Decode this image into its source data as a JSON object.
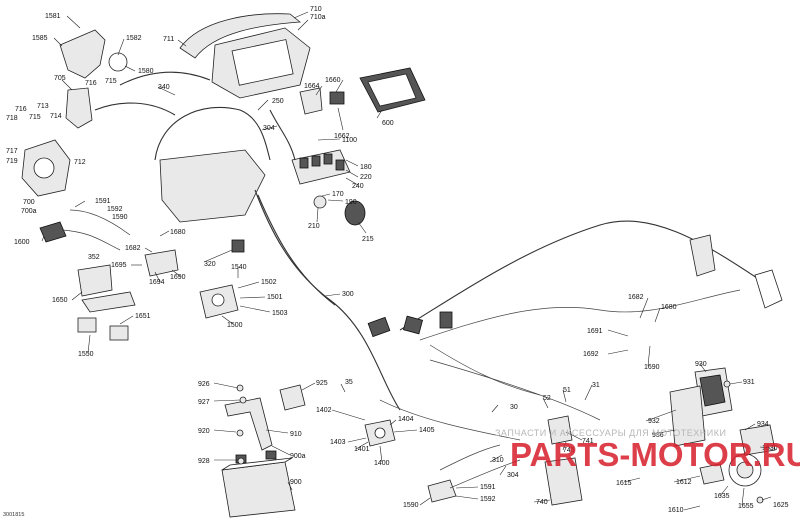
{
  "diagram": {
    "code": "3001815",
    "watermark": {
      "text": "ЗАПЧАСТИ И АКСЕССУАРЫ ДЛЯ МОТОТЕХНИКИ",
      "logo": "PARTS-MOTOR.RU"
    },
    "labels": [
      {
        "id": "l1581",
        "text": "1581"
      },
      {
        "id": "l1585",
        "text": "1585"
      },
      {
        "id": "l1582",
        "text": "1582"
      },
      {
        "id": "l1580",
        "text": "1580"
      },
      {
        "id": "l711",
        "text": "711"
      },
      {
        "id": "l710",
        "text": "710"
      },
      {
        "id": "l710a",
        "text": "710a"
      },
      {
        "id": "l705",
        "text": "705"
      },
      {
        "id": "l716a",
        "text": "716"
      },
      {
        "id": "l715a",
        "text": "715"
      },
      {
        "id": "l340",
        "text": "340"
      },
      {
        "id": "l716",
        "text": "716"
      },
      {
        "id": "l713",
        "text": "713"
      },
      {
        "id": "l718",
        "text": "718"
      },
      {
        "id": "l715",
        "text": "715"
      },
      {
        "id": "l714",
        "text": "714"
      },
      {
        "id": "l717",
        "text": "717"
      },
      {
        "id": "l719",
        "text": "719"
      },
      {
        "id": "l712",
        "text": "712"
      },
      {
        "id": "l700",
        "text": "700"
      },
      {
        "id": "l700a",
        "text": "700a"
      },
      {
        "id": "l1664",
        "text": "1664"
      },
      {
        "id": "l1660",
        "text": "1660"
      },
      {
        "id": "l250",
        "text": "250"
      },
      {
        "id": "l1662",
        "text": "1662"
      },
      {
        "id": "l600",
        "text": "600"
      },
      {
        "id": "l304a",
        "text": "304"
      },
      {
        "id": "l1100",
        "text": "1100"
      },
      {
        "id": "l180",
        "text": "180"
      },
      {
        "id": "l220",
        "text": "220"
      },
      {
        "id": "l240",
        "text": "240"
      },
      {
        "id": "l170",
        "text": "170"
      },
      {
        "id": "l190",
        "text": "190"
      },
      {
        "id": "l210",
        "text": "210"
      },
      {
        "id": "l215",
        "text": "215"
      },
      {
        "id": "l1591a",
        "text": "1591"
      },
      {
        "id": "l1592a",
        "text": "1592"
      },
      {
        "id": "l1590a",
        "text": "1590"
      },
      {
        "id": "l1600",
        "text": "1600"
      },
      {
        "id": "l1680",
        "text": "1680"
      },
      {
        "id": "l1682",
        "text": "1682"
      },
      {
        "id": "l352",
        "text": "352"
      },
      {
        "id": "l1695",
        "text": "1695"
      },
      {
        "id": "l1694",
        "text": "1694"
      },
      {
        "id": "l1690",
        "text": "1690"
      },
      {
        "id": "l320",
        "text": "320"
      },
      {
        "id": "l1540",
        "text": "1540"
      },
      {
        "id": "l1502",
        "text": "1502"
      },
      {
        "id": "l1501",
        "text": "1501"
      },
      {
        "id": "l1503",
        "text": "1503"
      },
      {
        "id": "l1500",
        "text": "1500"
      },
      {
        "id": "l300",
        "text": "300"
      },
      {
        "id": "l1650",
        "text": "1650"
      },
      {
        "id": "l1651",
        "text": "1651"
      },
      {
        "id": "l1550",
        "text": "1550"
      },
      {
        "id": "l1682b",
        "text": "1682"
      },
      {
        "id": "l1680b",
        "text": "1680"
      },
      {
        "id": "l1691",
        "text": "1691"
      },
      {
        "id": "l1692",
        "text": "1692"
      },
      {
        "id": "l1690b",
        "text": "1690"
      },
      {
        "id": "l930",
        "text": "930"
      },
      {
        "id": "l931",
        "text": "931"
      },
      {
        "id": "l926",
        "text": "926"
      },
      {
        "id": "l927",
        "text": "927"
      },
      {
        "id": "l925",
        "text": "925"
      },
      {
        "id": "l35",
        "text": "35"
      },
      {
        "id": "l51",
        "text": "51"
      },
      {
        "id": "l31",
        "text": "31"
      },
      {
        "id": "l52",
        "text": "52"
      },
      {
        "id": "l30",
        "text": "30"
      },
      {
        "id": "l920",
        "text": "920"
      },
      {
        "id": "l910",
        "text": "910"
      },
      {
        "id": "l900a",
        "text": "900a"
      },
      {
        "id": "l928",
        "text": "928"
      },
      {
        "id": "l900",
        "text": "900"
      },
      {
        "id": "l1402",
        "text": "1402"
      },
      {
        "id": "l1404",
        "text": "1404"
      },
      {
        "id": "l1403",
        "text": "1403"
      },
      {
        "id": "l1401",
        "text": "1401"
      },
      {
        "id": "l1405",
        "text": "1405"
      },
      {
        "id": "l1400",
        "text": "1400"
      },
      {
        "id": "l932",
        "text": "932"
      },
      {
        "id": "l934",
        "text": "934"
      },
      {
        "id": "l741",
        "text": "741"
      },
      {
        "id": "l936",
        "text": "936"
      },
      {
        "id": "l745",
        "text": "745"
      },
      {
        "id": "l310",
        "text": "310"
      },
      {
        "id": "l304b",
        "text": "304"
      },
      {
        "id": "l1630",
        "text": "1630"
      },
      {
        "id": "l1591b",
        "text": "1591"
      },
      {
        "id": "l1590b",
        "text": "1590"
      },
      {
        "id": "l1592b",
        "text": "1592"
      },
      {
        "id": "l740",
        "text": "740"
      },
      {
        "id": "l1615",
        "text": "1615"
      },
      {
        "id": "l1612",
        "text": "1612"
      },
      {
        "id": "l1635",
        "text": "1635"
      },
      {
        "id": "l1610",
        "text": "1610"
      },
      {
        "id": "l1655",
        "text": "1655"
      },
      {
        "id": "l1625",
        "text": "1625"
      }
    ]
  }
}
